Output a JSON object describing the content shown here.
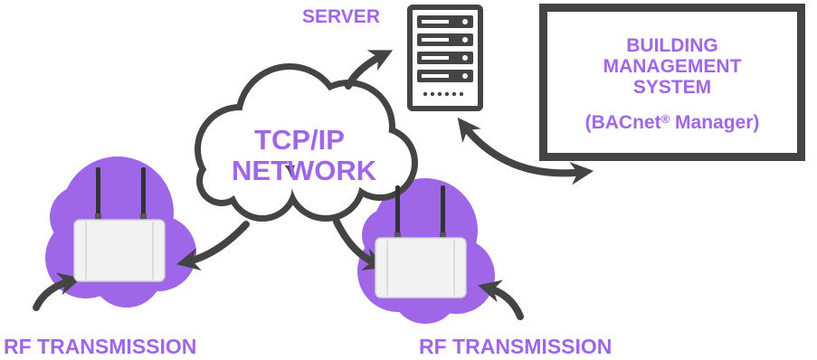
{
  "labels": {
    "server": "SERVER",
    "bms_lines": [
      "BUILDING",
      "MANAGEMENT",
      "SYSTEM"
    ],
    "bms_sub_prefix": "(BACnet",
    "bms_sub_mark": "®",
    "bms_sub_suffix": " Manager)",
    "network_lines": [
      "TCP/IP",
      "NETWORK"
    ],
    "rf_left": "RF TRANSMISSION",
    "rf_right": "RF TRANSMISSION"
  },
  "colors": {
    "accent_purple": "#a066e8",
    "dark_gray": "#444444",
    "device_white": "#f2f2f2"
  },
  "icons": [
    "server-rack-icon",
    "cloud-icon",
    "wireless-gateway-icon",
    "bidirectional-arrow-icon"
  ]
}
